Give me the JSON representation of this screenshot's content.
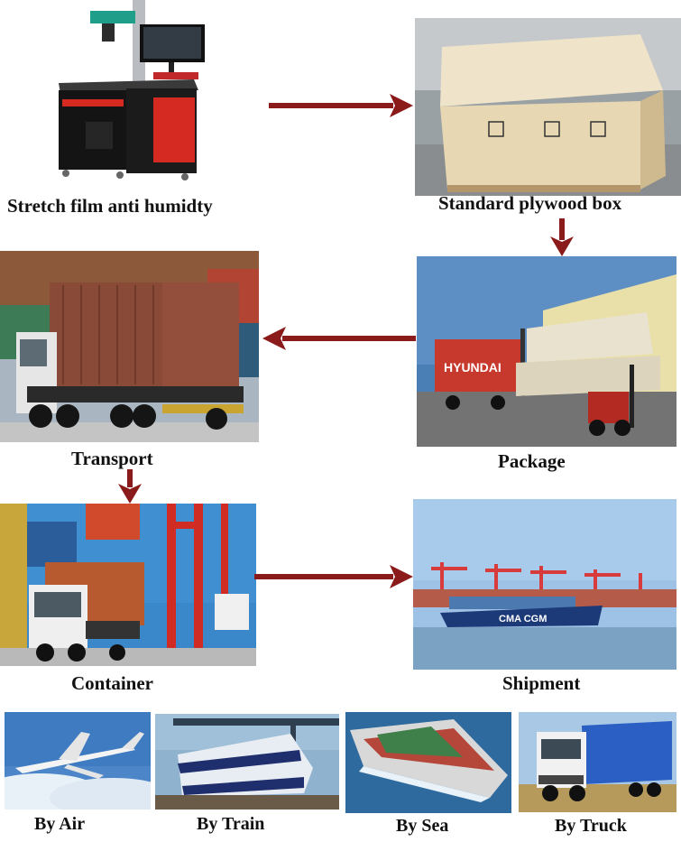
{
  "steps": {
    "stretch_film": "Stretch film anti humidty",
    "plywood_box": "Standard plywood box",
    "package": "Package",
    "transport": "Transport",
    "container": "Container",
    "shipment": "Shipment"
  },
  "modes": {
    "air": "By Air",
    "train": "By Train",
    "sea": "By Sea",
    "truck": "By Truck"
  },
  "photo_text": {
    "truck_brand": "HYUNDAI",
    "ship_name": "CMA CGM"
  },
  "colors": {
    "arrow": "#8b1a1a",
    "machine_red": "#d42a22"
  }
}
